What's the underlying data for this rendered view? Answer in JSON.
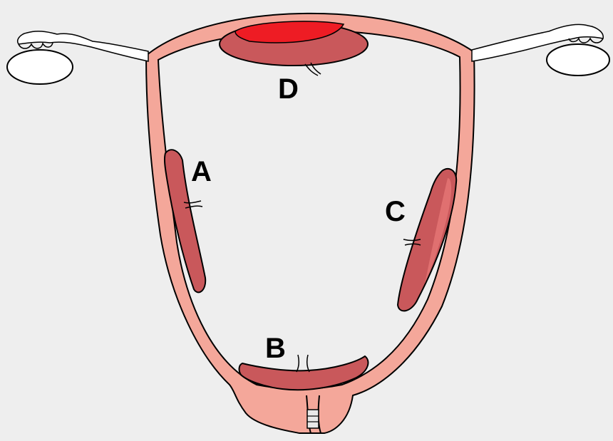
{
  "diagram": {
    "labels": {
      "a": "A",
      "b": "B",
      "c": "C",
      "d": "D"
    }
  },
  "colors": {
    "background": "#eeeeee",
    "uterine_wall": "#f4a79a",
    "placenta": "#c9585b",
    "hemorrhage": "#ee1c24",
    "outline": "#000000",
    "tube": "#ffffff"
  }
}
